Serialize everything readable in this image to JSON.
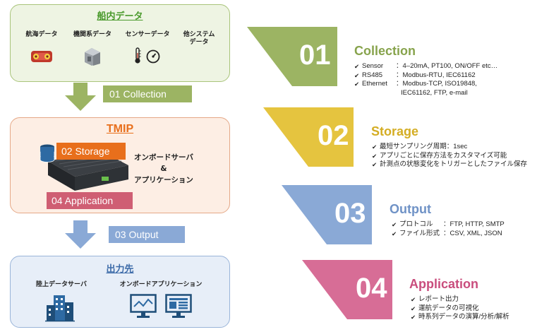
{
  "left": {
    "onboard": {
      "title": "船内データ",
      "items": [
        "航海データ",
        "機関系データ",
        "センサーデータ",
        "他システム\nデータ"
      ]
    },
    "arrow1": "01 Collection",
    "tmip": {
      "title": "TMIP",
      "storage_tag": "02 Storage",
      "application_tag": "04 Application",
      "server_line1": "オンボードサーバ",
      "server_amp": "&",
      "server_line2": "アプリケーション"
    },
    "arrow2": "03 Output",
    "output": {
      "title": "出力先",
      "items": [
        "陸上データサーバ",
        "オンボードアプリケーション"
      ]
    }
  },
  "steps": [
    {
      "num": "01",
      "title": "Collection",
      "color": "#9cb463",
      "title_color": "#87a34c",
      "bullets": [
        {
          "k": "Sensor",
          "v": "：4–20mA, PT100, ON/OFF etc…"
        },
        {
          "k": "RS485",
          "v": "：Modbus-RTU, IEC61162"
        },
        {
          "k": "Ethernet",
          "v": "：Modbus-TCP, ISO19848,",
          "v2": "IEC61162, FTP, e-mail"
        }
      ]
    },
    {
      "num": "02",
      "title": "Storage",
      "color": "#e5c43f",
      "title_color": "#d4ad23",
      "bullets": [
        {
          "k": "最短サンプリング周期：1sec",
          "v": ""
        },
        {
          "k": "アプリごとに保存方法をカスタマイズ可能",
          "v": ""
        },
        {
          "k": "計測点の状態変化をトリガーとしたファイル保存",
          "v": ""
        }
      ]
    },
    {
      "num": "03",
      "title": "Output",
      "color": "#8aa9d6",
      "title_color": "#6f92c6",
      "bullets": [
        {
          "k": "プロトコル",
          "v": "：FTP, HTTP, SMTP"
        },
        {
          "k": "ファイル形式",
          "v": "：CSV, XML, JSON"
        }
      ]
    },
    {
      "num": "04",
      "title": "Application",
      "color": "#d76d96",
      "title_color": "#c94d7d",
      "bullets": [
        {
          "k": "レポート出力",
          "v": ""
        },
        {
          "k": "運航データの可視化",
          "v": ""
        },
        {
          "k": "時系列データの演算/分析/解析",
          "v": ""
        }
      ]
    }
  ]
}
